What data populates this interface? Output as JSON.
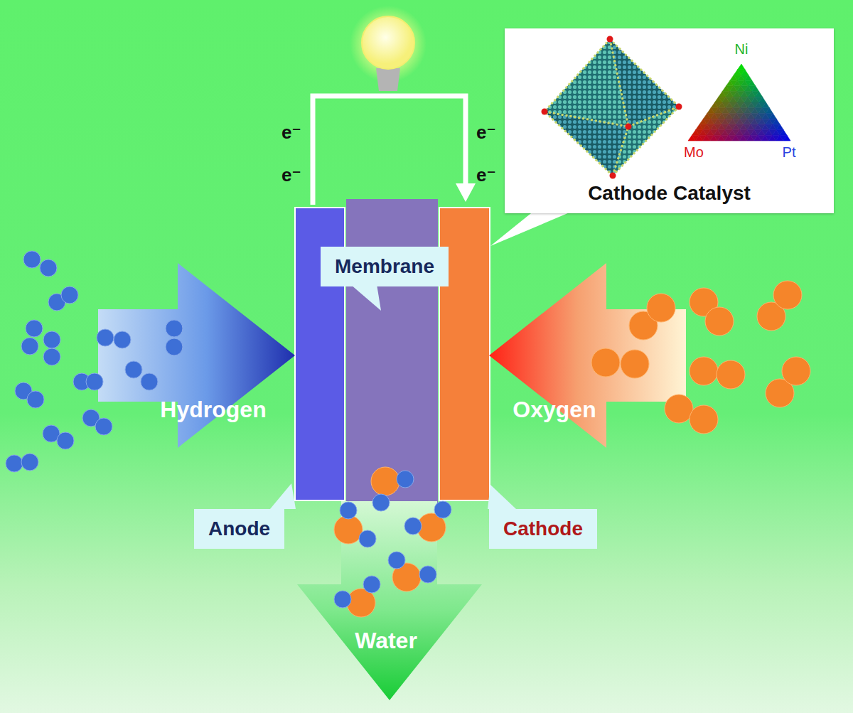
{
  "diagram": {
    "nodes": [
      {
        "text": [
          "Cathode Catalyst"
        ]
      },
      {
        "text": [
          "Membrane"
        ]
      },
      {
        "text": [
          "Hydrogen"
        ]
      },
      {
        "text": [
          "Oxygen"
        ]
      },
      {
        "text": [
          "Anode"
        ]
      },
      {
        "text": [
          "Cathode"
        ]
      },
      {
        "text": [
          "Water"
        ]
      }
    ],
    "labels": [
      "e⁻",
      "e⁻",
      "e⁻",
      "e⁻",
      "Ni",
      "Mo",
      "Pt"
    ]
  }
}
